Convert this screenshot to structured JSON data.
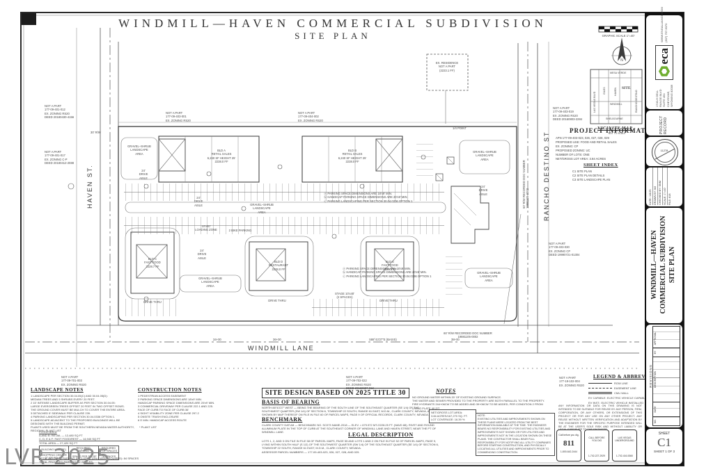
{
  "sheet_title": {
    "line1": "WINDMILL—HAVEN  COMMERCIAL  SUBDIVISION",
    "line2": "SITE  PLAN"
  },
  "watermark": "LVR 2025",
  "firm": {
    "logo": "eca",
    "logo_sub": "ENGINEERING & CONSTRUCTION ALLIANCE",
    "website": "WWW.ENGALLIANCE.COM",
    "phone": "(307) 757-5070",
    "address": "1740-H DELL RANGE BLVD\nSUITE 454\nCHEYENNE, WYOMING 82009",
    "project_record": "PROJECT RECORD",
    "stamp_no": "11278"
  },
  "tb_info": {
    "date": "DATE:  1/8/25",
    "drawn": "DRAWN BY:  MJ",
    "checked": "CHECKED BY:  SNM",
    "scale": "SCALE:  1\"=40'",
    "file": "FILE:  818"
  },
  "tb_title": "WINDMILL—HAVEN\nCOMMERCIAL  SUBDIVISION\nSITE  PLAN",
  "revisions": {
    "title": "REVISIONS",
    "cols": [
      "NO.",
      "DATE",
      "DESCRIPTION",
      "BY",
      "APPROVAL"
    ]
  },
  "sheet_box": {
    "label": "SHEET",
    "number": "C1",
    "of": "SHEET 1 OF 3"
  },
  "map_tools": {
    "scale_bar": "GRAPHIC SCALE  1\"=40'",
    "north": "N"
  },
  "vicinity": {
    "title": "VICINITY MAP",
    "sub": "NOT TO SCALE",
    "site": "SITE",
    "mesa": "MESA VERDE",
    "lvb": "LAS VEGAS BLVD",
    "giles": "GILES",
    "haven": "HAVEN",
    "rancho": "RANCHO DESTINO",
    "windmill": "WINDMILL",
    "shelbourne": "SHELBOURNE"
  },
  "project_info": {
    "title": "PROJECT  INFORMATION",
    "apn": "APN 177-09-403-023, 026, 027, 028, 029",
    "use": "PROPOSED USE:  FOOD AND RETAIL SALES",
    "ex_zoning": "EX. ZONING:  CP",
    "prop_zoning": "PROPOSED ZONING:  UC",
    "lots": "NUMBER OF LOTS:  ONE",
    "area": "NET/GROSS LOT AREA:  3.84 ACRES",
    "sheet_index_title": "SHEET  INDEX",
    "c1": "C1   SITE PLAN",
    "c2": "C2   SITE PLAN DETAILS",
    "c3": "C3   SITE LANDSCAPE PLAN"
  },
  "streets": {
    "left": "HAVEN  ST.",
    "right": "RANCHO  DESTINO  ST",
    "bottom": "WINDMILL  LANE"
  },
  "plan_labels": {
    "ex_residence": "EX. RESIDENCE\nNOT A PART\n(2223.1 FF)",
    "nap_left1": "NOT A PART\n177-09-401-012\nEX. ZONING  RS20\nDEED 20180430-4156",
    "nap_left2": "NOT A PART\n177-09-401-017\nEX. ZONING  C-P\nDEED 20180412-2598",
    "nap_top1": "NOT A PART\n177-09-403-001\nEX. ZONING  RS20",
    "nap_top2": "NOT A PART\n177-09-404-002\nEX. ZONING  RS20",
    "nap_right1": "NOT A PART\n177-09-403-019\nEX. ZONING  RS20\nDEED 20160803-2284",
    "nap_right2": "NOT A PART\n177-09-403-030\nEX. ZONING  CP\nDEED 19990721-01304",
    "nap_bot1": "NOT A PART\n177-09-701-003\nEX. ZONING  RS20",
    "nap_bot2": "NOT A PART\n177-09-702-022\nEX. ZONING  RS20\nDEED 20160607-912",
    "nap_bot3": "NOT A PART\n177-19-102-004\nEX. ZONING  RS20",
    "bld_a": "BLD A\nRETAIL SALES\n6,240 SF  HEIGHT 25'\n2238.0 FF",
    "bld_b": "BLD B\nRETAIL SALES\n6,240 SF  HEIGHT 25'\n2238.0 FF",
    "bld_c": "BLD C\nFAST FOOD\n2228.7 FF",
    "bld_d": "BLD D\nRESTAURANT\n2228.0 FF",
    "bld_e": "BLD E\nFAST FOOD\n2229.5 FF",
    "gravel": "GRAVEL–SHRUB\nLANDSCAPE\nAREA",
    "drive_aisle": "24'\nDRIVE\nAISLE",
    "drive_thru": "DRIVE THRU",
    "bike": "2 BIKE PARKING",
    "loading": "10'x30'\nLOADING ZONE",
    "stage": "STAGE 10'x40'\n(2 SPACES)",
    "parking_note": "ⓐ PARKING SPACE DIMENSIONS ARE 18'x9' MIN.\nⓑ HANDICAP PARKING SPACE DIMENSIONS ARE 20'x9' MIN.\nⓒ PARKING LANDSCAPING PER SECTION 30.04.0336 OPTION 1",
    "rw30": "30' R/W",
    "rw60_right": "60' R/W RECORDED DOC NUMBER\n19881105-0002",
    "rw60_bottom": "60' R/W RECORDED DOC NUMBER\n19881105-0002",
    "basis_dim": "S88°43'27\"E (BASIS)",
    "sta1": "34+00",
    "sta2": "36+00",
    "sta3": "38+00",
    "mid_point": "1/4 POINT"
  },
  "landscape_notes": {
    "title": "LANDSCAPE  NOTES",
    "n1": "1  LANDSCAPE PER SECTION 30.04.05(C) AND 30.04.05(D):\n    MEDIAN TREES AND 5 SHRUBS EVERY 20 FEET.",
    "n2": "2  15' INTENSE LANDSCAPE BUFFER AS PER SECTION 30.04.05:\n    LARGE EVERGREEN TREES OFFSET 20 FEET IN TWO OFFSET ROWS.\n    THE GROUND COVER MUST BE MULCH TO COVER THE ENTIRE AREA.",
    "n3": "3  DETACHED 5' SIDEWALK PER CLAUSE 239.",
    "n4": "4  PARKING LANDSCAPING PER SECTION 30.04.0336 OPTION 1.",
    "n5": "5  LANDSCAPE ADJACENT TO THE PROPOSED BUILDINGS WILL BE\n    DESIGNED WITH THE BUILDING PERMIT.",
    "footer": "PLANTS USED MUST BE FROM THE SOUTHERN NEVADA WATER AUTHORITY, REGIONAL PLANT LIST",
    "floor_title": "FLOOR AREA",
    "fa1": "A AND B:  RETAIL — 12,480 SQ FT",
    "fa2": "C, D, E & F:  FAST FOOD/REST — 14,940 SQ FT",
    "fa3": "TOTAL AREA — 27,420 SQ FT",
    "pk_h1": "BUILDING USE (SF.)",
    "pk_h2": "REQUIRED\nPARKING",
    "pk_h3": "REQUIRED\n# OF SPACES",
    "pk_r1": "SHOPPING CENTER\n27,420 SQ. FT.",
    "pk_r2": "1 SPACE PER 350 SF",
    "pk_r3": "78 SPACES",
    "pk_f1": "TOTAL ALLOWED PARKING (INCLUDES 10% OVER REQUIRED): 84 SPACES",
    "pk_f2": "TOTAL PROVIDED PARKING:  87 SPACES"
  },
  "construction_notes": {
    "title": "CONSTRUCTION  NOTES",
    "n1": "1  PEDESTRIAN ACCESS EASEMENT",
    "n2": "2  PARKING SPACE DIMENSIONS ARE 18'x9' MIN.\n    HANDICAP PARKING SPACE DIMENSIONS ARE 20'x9' MIN.",
    "n3": "3  COMMERCIAL DRIVEWAY PER CLAUSE 222.1 AND 225.\n    FACE OF CURB TO FACE OF CURB 36'",
    "n4": "4  SIGHT VISABILITY ZONE PER CLAUSE 297.2",
    "n5": "5  ONSITE TRASH ENCLOSURE",
    "n6": "6  5' MIN. HANDICAP ACCESS ROUTE",
    "footer": "*  PLANT LIST"
  },
  "site_design": {
    "title": "SITE DESIGN BASED ON 2025 TITLE 30"
  },
  "basis": {
    "title": "BASIS OF BEARING",
    "text": "NORTH 88°43'27\" WEST — BEING THE BEARING OF THE SOUTH LINE OF THE SOUTHEAST QUARTER (SE 1/4) OF THE SOUTHWEST QUARTER (SW 1/4) OF SECTION 6, TOWNSHIP 22 SOUTH, RANGE 61 EAST, M.D.M., CLARK COUNTY, NEVADA, AS SHOWN BY MAP THEREOF ON FILE IN FILE 60 OF PARCEL MAPS, PAGE 9 OF OFFICIAL RECORDS, CLARK COUNTY, NEVADA."
  },
  "benchmark": {
    "title": "BENCHMARK",
    "text": "CLARK COUNTY DATUM — BENCHMARK NO. SC073 NAME-2018 — ELEV. = 679.572 MT./2228.25 FT. (NAVD 88). RIVET AND ROUND ALUMINUM PLATE IN THE TOP OF CURB AT THE SOUTHEAST CORNER OF WINDMILL LANE AND HAVEN STREET, NEAR THE PT OF WINDMILL LANE."
  },
  "legal": {
    "title": "LEGAL  DESCRIPTION",
    "text": "LOTS 1, 2, AND 3 ON FILE IN FILE 58 OF PARCEL MAPS, PAGE 55 AND LOTS 1 AND 2 ON FILE IN FILE 52 OF PARCEL MAPS, PAGE 9, LYING WITHIN SOUTH HALF (S 1/2) OF THE SOUTHWEST QUARTER (SW 1/4) OF THE SOUTHEAST QUARTER (SE 1/4) OF SECTION 6, TOWNSHIP 22 SOUTH, RANGE 61 EAST, M.D.M., CLARK COUNTY, NEVADA.\nASSESSOR PARCEL NUMBERS — 177-09-403-023, 026, 027, 028, AND 029."
  },
  "notes_sec": {
    "title": "NOTES",
    "text": "NO GROUND WATER WITHIN 20' OF EXISTING GROUND SURFACE.\nTHE WATER AND SEWER PROVIDED TO THE PROPERTY ARE BOTH PARALLEL TO THE PROPERTY.\nFIRE HYDRANTS 244+06CW TO BE ADDED AND 39+06CW TO BE ADDED, PER CONDITION 2 FROM LIVING PLATE 40 Z/T",
    "lot_box": "NET/GROSS LOT AREA:\n3.84 ACRES/167,270 SQ. FT.\nLOT COVERAGE: 16.39 %",
    "note_box": "NOTE:\nEXISTING UTILITIES AND IMPROVEMENTS SHOWN ON THESE PLANS WERE LOCATED FROM THE BEST INFORMATION AVAILABLE AT THE TIME. THE ENGINEER BEARS NO RESPONSIBILITY FOR EXISTING UTILITIES AND IMPROVEMENTS NOT SHOWN OR FOR UTILITIES AND IMPROVEMENTS NOT IN THE LOCATION SHOWN ON THESE PLANS. THE CONTRACTOR SHALL BEAR FULL RESPONSIBILITY FOR NOTIFYING ALL UTILITY COMPANIES BEFORE STARTING CONSTRUCTION, AND PHYSICALLY LOCATING ALL UTILITIES AND IMPROVEMENTS PRIOR TO COMMENCING CONSTRUCTION."
  },
  "legend": {
    "title": "LEGEND  &  ABBREVIATIONS",
    "row_line": "ROW LINE",
    "easement": "EASEMENT LINE",
    "cmu": "CMU WALL",
    "ev1": "EV CAPABLE:  ELECTRIC VEHICLE CAPABLE",
    "ev2": "EV INST.:  ELECTRIC VEHICLE INSTALLED",
    "disclaimer": "ANY INFORMATION OR DATA ON THIS DRAWING IS NOT INTENDED TO BE SUITABLE FOR REUSE BY ANY PERSON, FIRM, CORPORATION, OR ANY OTHERS, OR EXTENSIONS OF THIS PROJECT OR FOR ANY USE ON ANY OTHER PROJECT. ANY REUSE WITHOUT WRITTEN VERIFICATION AND ADAPTATION BY THE ENGINEER FOR THE SPECIFIC PURPOSE INTENDED WILL BE AT THE USER'S SOLE RISK AND WITHOUT LIABILITY OR LEGAL EXPOSURE TO THE ENGINEER."
  },
  "call_logos": {
    "b1_top": "Call before you dig.",
    "b1_big": "811",
    "b1_phone": "1-800-642-2444",
    "b2_top": "CALL BEFORE\nYOU DIG",
    "b2_phone": "1-702-227-2929",
    "b3_top": "LAS VEGAS\nUNDERGROUND",
    "b3_phone": "1-702-416-5360"
  }
}
